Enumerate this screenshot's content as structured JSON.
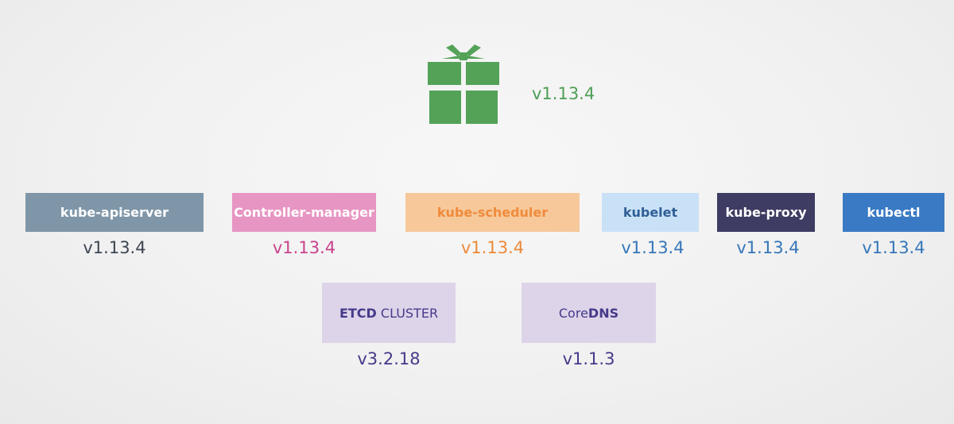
{
  "release": {
    "icon": "gift-icon",
    "version": "v1.13.4",
    "color": "#4e9e55"
  },
  "components": {
    "apiserver": {
      "label": "kube-apiserver",
      "version": "v1.13.4"
    },
    "controller_manager": {
      "label": "Controller-manager",
      "version": "v1.13.4"
    },
    "scheduler": {
      "label": "kube-scheduler",
      "version": "v1.13.4"
    },
    "kubelet": {
      "label": "kubelet",
      "version": "v1.13.4"
    },
    "kube_proxy": {
      "label": "kube-proxy",
      "version": "v1.13.4"
    },
    "kubectl": {
      "label": "kubectl",
      "version": "v1.13.4"
    }
  },
  "external": {
    "etcd": {
      "label_bold": "ETCD",
      "label_rest": " CLUSTER",
      "version": "v3.2.18"
    },
    "coredns": {
      "label_rest": "Core",
      "label_bold": "DNS",
      "version": "v1.1.3"
    }
  }
}
